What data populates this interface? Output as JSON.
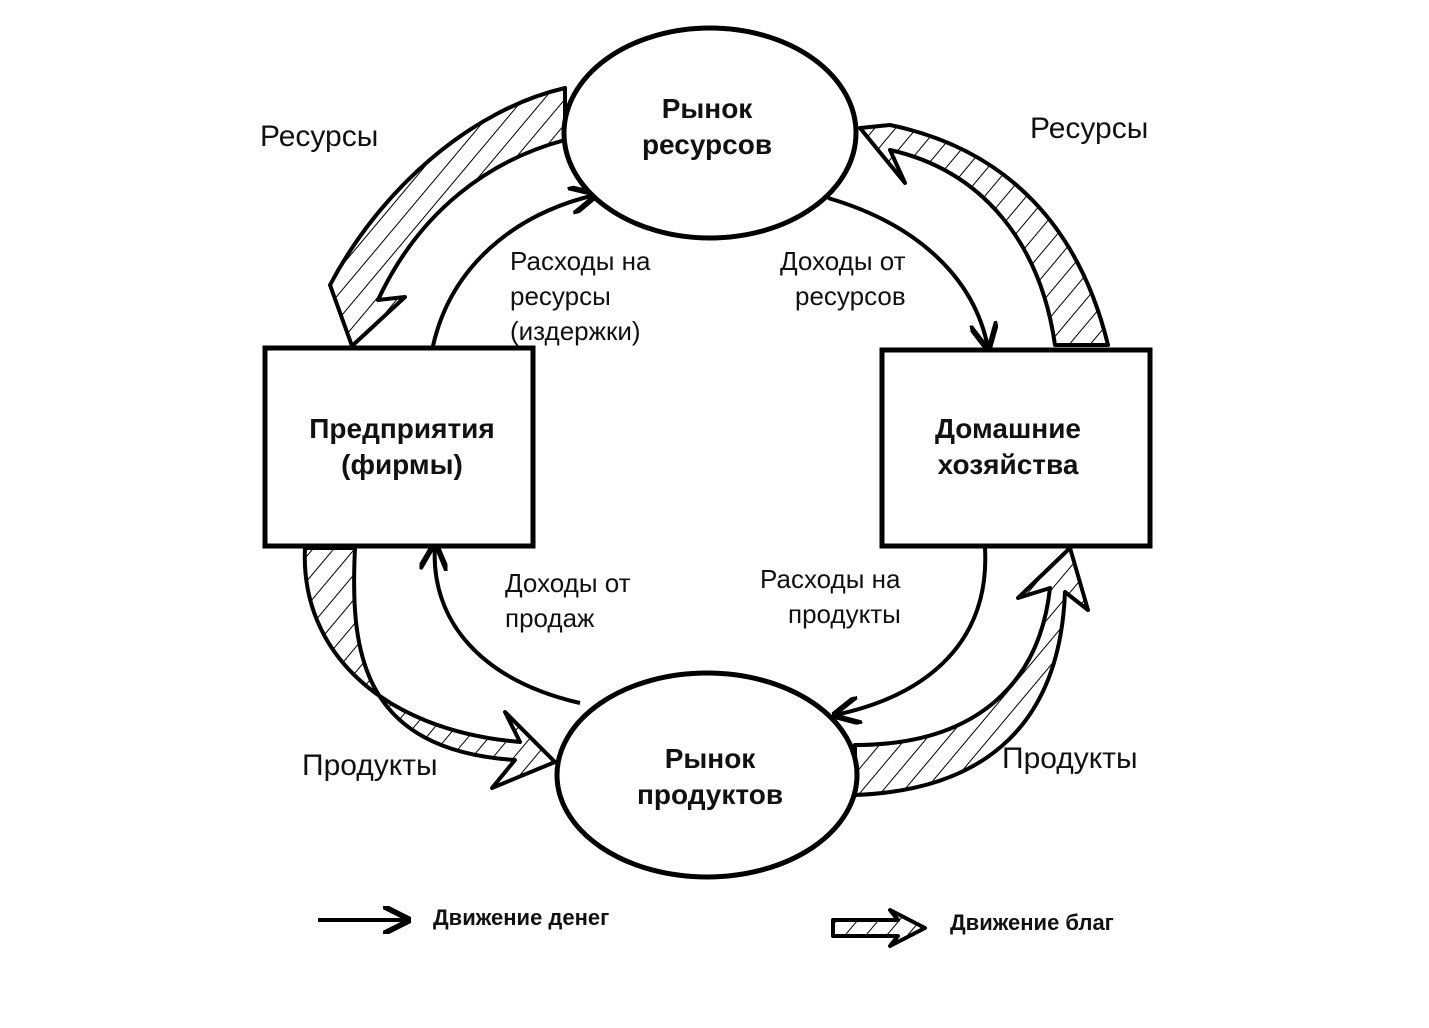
{
  "nodes": {
    "resource_market": {
      "line1": "Рынок",
      "line2": "ресурсов"
    },
    "product_market": {
      "line1": "Рынок",
      "line2": "продуктов"
    },
    "firms": {
      "line1": "Предприятия",
      "line2": "(фирмы)"
    },
    "households": {
      "line1": "Домашние",
      "line2": "хозяйства"
    }
  },
  "flows": {
    "costs": {
      "line1": "Расходы на",
      "line2": "ресурсы",
      "line3": "(издержки)"
    },
    "resource_income": {
      "line1": "Доходы от",
      "line2": "ресурсов"
    },
    "sales_income": {
      "line1": "Доходы от",
      "line2": "продаж"
    },
    "product_spending": {
      "line1": "Расходы на",
      "line2": "продукты"
    }
  },
  "goods_labels": {
    "resources_left": "Ресурсы",
    "resources_right": "Ресурсы",
    "products_left": "Продукты",
    "products_right": "Продукты"
  },
  "legend": {
    "money": "Движение денег",
    "goods": "Движение благ"
  },
  "colors": {
    "ink": "#000000",
    "background": "#ffffff"
  }
}
